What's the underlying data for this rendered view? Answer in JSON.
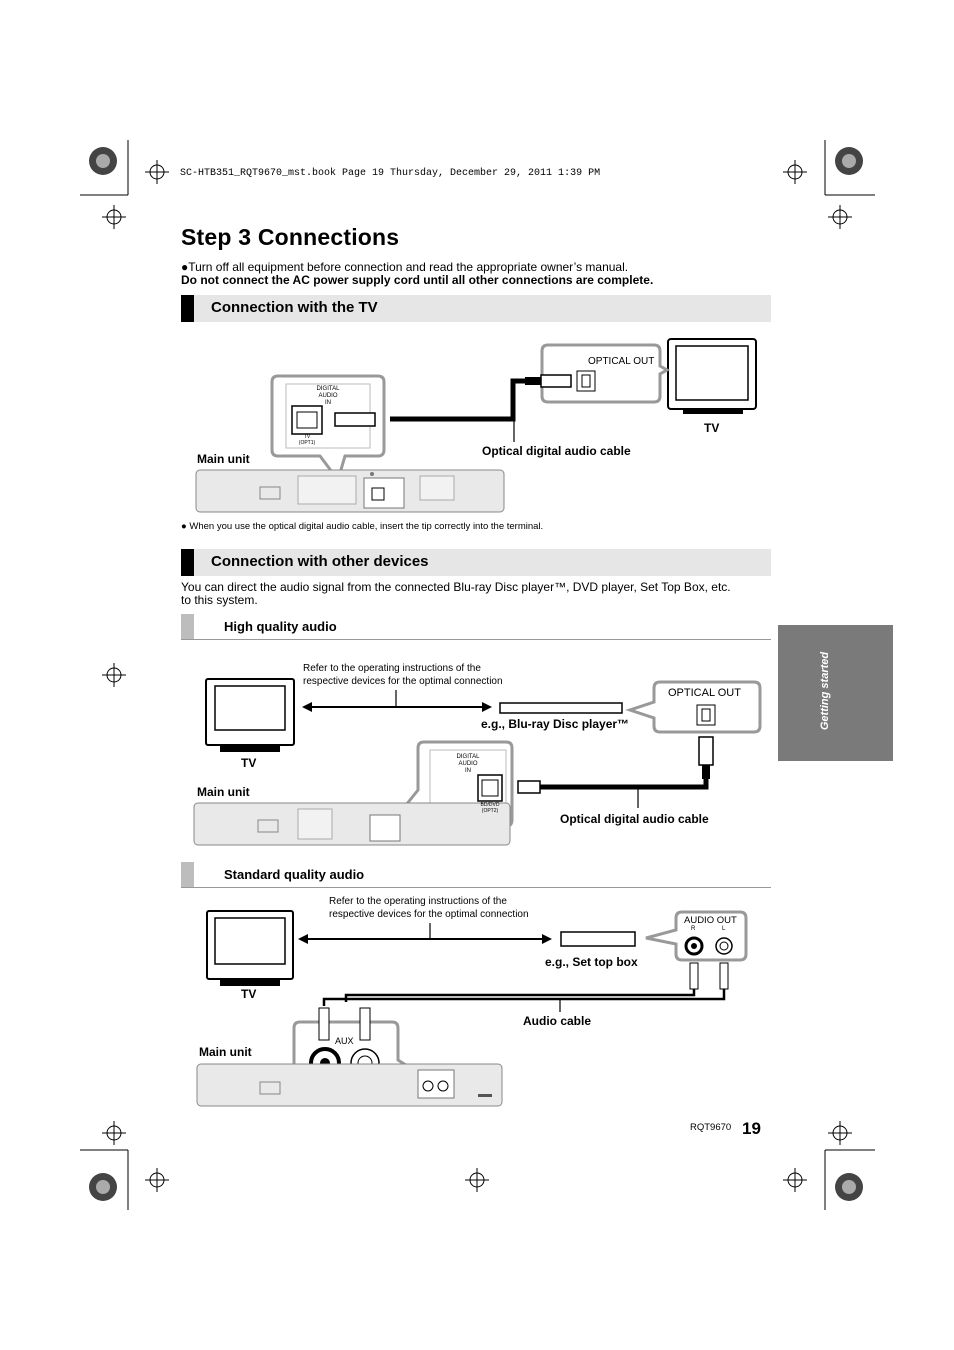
{
  "header_line": "SC-HTB351_RQT9670_mst.book  Page 19  Thursday, December 29, 2011  1:39 PM",
  "title": "Step 3  Connections",
  "intro": {
    "bullet": "●Turn off all equipment before connection and read the appropriate owner’s manual.",
    "warning": "Do not connect the AC power supply cord until all other connections are complete."
  },
  "section_tv": {
    "heading": "Connection with the TV",
    "optical_out": "OPTICAL OUT",
    "digital_audio_in": "DIGITAL\nAUDIO\nIN",
    "tv_opt1": "TV\n(OPT1)",
    "tv_label": "TV",
    "cable_label": "Optical digital audio cable",
    "main_unit": "Main unit",
    "note": "● When you use the optical digital audio cable, insert the tip correctly into the terminal."
  },
  "section_other": {
    "heading": "Connection with other devices",
    "intro_line1": "You can direct the audio signal from the connected Blu-ray Disc player™, DVD player, Set Top Box, etc.",
    "intro_line2": "to this system."
  },
  "high_quality": {
    "heading": "High quality audio",
    "refer_line1": "Refer to the operating instructions of the",
    "refer_line2": "respective devices for the optimal connection",
    "device_label": "e.g., Blu-ray Disc player™",
    "optical_out": "OPTICAL OUT",
    "digital_audio_in": "DIGITAL\nAUDIO\nIN",
    "bd_opt2": "BD/DVD\n(OPT2)",
    "tv_label": "TV",
    "main_unit": "Main unit",
    "cable_label": "Optical digital audio cable"
  },
  "standard_quality": {
    "heading": "Standard quality audio",
    "refer_line1": "Refer to the operating instructions of the",
    "refer_line2": "respective devices for the optimal connection",
    "device_label": "e.g., Set top box",
    "audio_out": "AUDIO OUT",
    "r": "R",
    "l": "L",
    "aux": "AUX",
    "tv_label": "TV",
    "main_unit": "Main unit",
    "cable_label": "Audio cable"
  },
  "side_tab": "Getting started",
  "doc_code": "RQT9670",
  "page_number": "19"
}
